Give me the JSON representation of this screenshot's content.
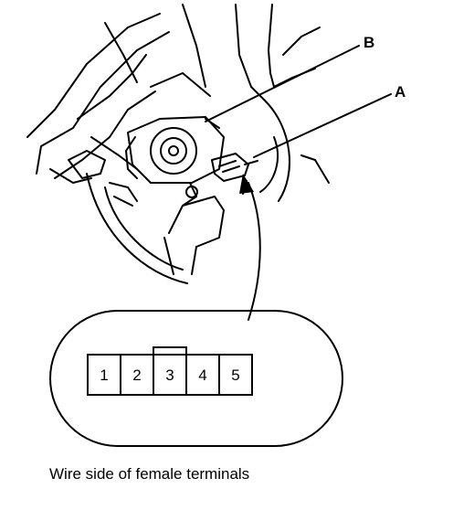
{
  "callouts": {
    "a": "A",
    "b": "B"
  },
  "connector": {
    "pins": [
      "1",
      "2",
      "3",
      "4",
      "5"
    ],
    "keyed_pin": "3"
  },
  "caption": "Wire side of female terminals",
  "colors": {
    "line": "#000000",
    "background": "#ffffff"
  }
}
